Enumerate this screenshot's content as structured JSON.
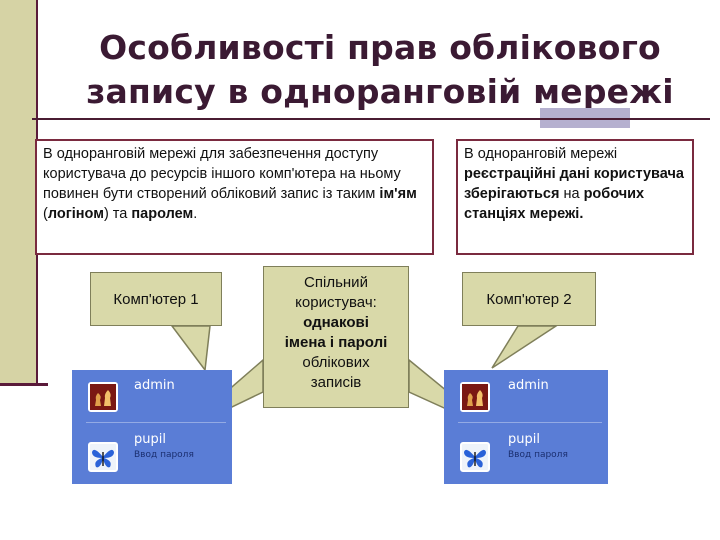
{
  "title": {
    "line1": "Особливості прав облікового",
    "line2": "запису в одноранговій мережі"
  },
  "box_left": {
    "p1": "В одноранговій мережі для забезпечення доступу користувача до ресурсів іншого комп'ютера на ньому повинен бути створений обліковий запис із таким ",
    "b1": "ім'ям",
    "p2": " (",
    "b2": "логіном",
    "p3": ") та ",
    "b3": "паролем",
    "p4": "."
  },
  "box_right": {
    "p1": "В одноранговій мережі ",
    "b1": "реєстраційні дані користувача зберігаються",
    "p2": " на ",
    "b2": "робочих станціях мережі."
  },
  "callout_pc1": "Комп'ютер 1",
  "callout_pc2": "Комп'ютер 2",
  "callout_shared": {
    "l1": "Спільний",
    "l2": "користувач:",
    "l3": "однакові",
    "l4": "імена і паролі",
    "l5": "облікових",
    "l6": "записів"
  },
  "screens": [
    {
      "user1": "admin",
      "user2": "pupil",
      "user2_sub": "Ввод пароля"
    },
    {
      "user1": "admin",
      "user2": "pupil",
      "user2_sub": "Ввод пароля"
    }
  ],
  "colors": {
    "title": "#3b1a33",
    "border": "#7a2a3f",
    "callout": "#d9d9a9",
    "screen": "#5a7dd6"
  }
}
